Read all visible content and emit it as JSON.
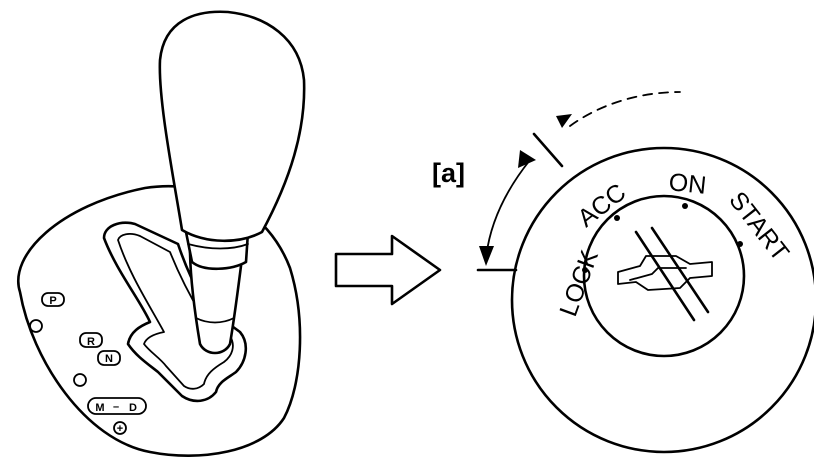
{
  "shifter": {
    "gate_labels": {
      "park": "P",
      "reverse": "R",
      "neutral": "N",
      "manual": "M",
      "dash": "–",
      "drive": "D",
      "plus": "+"
    }
  },
  "ignition": {
    "positions": {
      "lock": "LOCK",
      "acc": "ACC",
      "on": "ON",
      "start": "START"
    },
    "rotation_label": "[a]"
  },
  "colors": {
    "ink": "#000000",
    "paper": "#ffffff"
  }
}
